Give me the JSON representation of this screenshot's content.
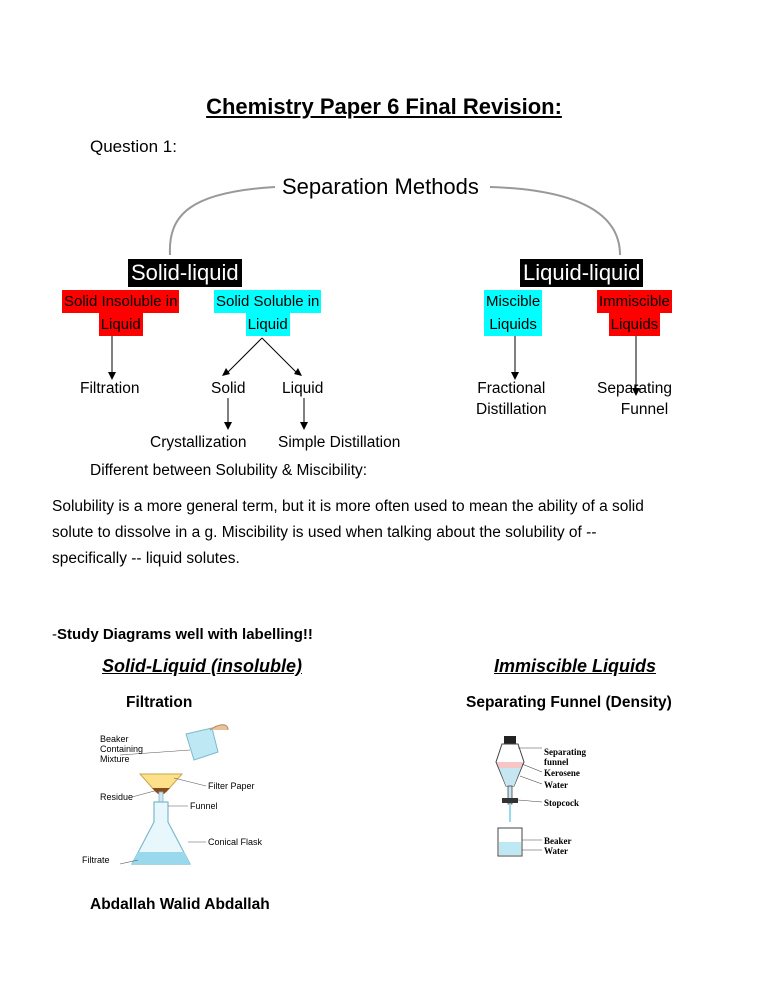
{
  "title": "Chemistry Paper 6 Final Revision:",
  "question_label": "Question 1:",
  "chart": {
    "root": "Separation Methods",
    "categories": [
      {
        "label": "Solid-liquid",
        "items": [
          {
            "label": "Solid Insoluble in Liquid",
            "line1": "Solid Insoluble in",
            "line2": "Liquid",
            "color": "#ff0000",
            "method": "Filtration"
          },
          {
            "label": "Solid Soluble in Liquid",
            "line1": "Solid Soluble in",
            "line2": "Liquid",
            "color": "#00ffff",
            "branches": [
              {
                "label": "Solid",
                "method": "Crystallization"
              },
              {
                "label": "Liquid",
                "method": "Simple Distillation"
              }
            ]
          }
        ]
      },
      {
        "label": "Liquid-liquid",
        "items": [
          {
            "label": "Miscible Liquids",
            "line1": "Miscible",
            "line2": "Liquids",
            "color": "#00ffff",
            "method_line1": "Fractional",
            "method_line2": "Distillation"
          },
          {
            "label": "Immiscible Liquids",
            "line1": "Immiscible",
            "line2": "Liquids",
            "color": "#ff0000",
            "method_line1": "Separating",
            "method_line2": "Funnel"
          }
        ]
      }
    ]
  },
  "difference_heading": "Different between Solubility & Miscibility:",
  "paragraph": {
    "line1": "Solubility is a more general term, but it is more often used to mean the ability of a solid",
    "line2": "solute to dissolve in a g. Miscibility is used when talking about the solubility of --",
    "line3": "specifically -- liquid solutes."
  },
  "study_note": {
    "prefix": "-",
    "text": "Study Diagrams well with labelling!!"
  },
  "left_section": {
    "heading": "Solid-Liquid (insoluble)",
    "subheading": "Filtration",
    "diagram_labels": {
      "beaker1": "Beaker",
      "beaker2": "Containing",
      "beaker3": "Mixture",
      "filter_paper": "Filter Paper",
      "residue": "Residue",
      "funnel": "Funnel",
      "conical_flask": "Conical Flask",
      "filtrate": "Filtrate"
    }
  },
  "right_section": {
    "heading": "Immiscible Liquids",
    "subheading": "Separating Funnel (Density)",
    "diagram_labels": {
      "sep1": "Separating",
      "sep2": "funnel",
      "kerosene": "Kerosene",
      "water": "Water",
      "stopcock": "Stopcock",
      "beaker": "Beaker",
      "water2": "Water"
    }
  },
  "author": "Abdallah Walid Abdallah",
  "colors": {
    "red_highlight": "#ff0000",
    "cyan_highlight": "#00ffff",
    "black_box": "#000000"
  }
}
